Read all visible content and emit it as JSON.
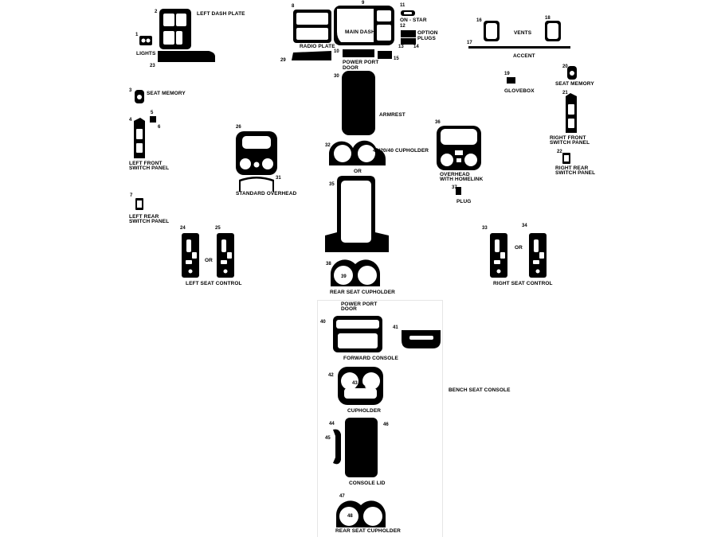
{
  "labels": {
    "left_dash_plate": "LEFT DASH PLATE",
    "lights": "LIGHTS",
    "main_dash": "MAIN DASH",
    "radio_plate": "RADIO PLATE",
    "power_port_door": "POWER PORT",
    "power_port_door_2": "DOOR",
    "on_star": "ON - STAR",
    "option_plugs": "OPTION",
    "option_plugs_2": "PLUGS",
    "vents": "VENTS",
    "accent": "ACCENT",
    "seat_memory_left": "SEAT MEMORY",
    "seat_memory_right": "SEAT MEMORY",
    "glovebox": "GLOVEBOX",
    "armrest": "ARMREST",
    "cupholder_404020": "40/20/40 CUPHOLDER",
    "or_1": "OR",
    "left_front_switch": "LEFT FRONT",
    "left_front_switch_2": "SWITCH PANEL",
    "standard_overhead": "STANDARD OVERHEAD",
    "overhead_homelink": "OVERHEAD",
    "overhead_homelink_2": "WITH HOMELINK",
    "plug": "PLUG",
    "right_front_switch": "RIGHT FRONT",
    "right_front_switch_2": "SWITCH PANEL",
    "right_rear_switch": "RIGHT REAR",
    "right_rear_switch_2": "SWITCH PANEL",
    "left_rear_switch": "LEFT REAR",
    "left_rear_switch_2": "SWITCH PANEL",
    "or_left_seat": "OR",
    "left_seat_control": "LEFT SEAT CONTROL",
    "or_right_seat": "OR",
    "right_seat_control": "RIGHT SEAT CONTROL",
    "rear_seat_cupholder": "REAR SEAT CUPHOLDER",
    "power_port_door_b": "POWER PORT",
    "power_port_door_b_2": "DOOR",
    "forward_console": "FORWARD CONSOLE",
    "bench_seat_console": "BENCH SEAT CONSOLE",
    "cupholder": "CUPHOLDER",
    "console_lid": "CONSOLE LID",
    "rear_seat_cupholder_b": "REAR SEAT CUPHOLDER"
  },
  "part_numbers": {
    "p1": "1",
    "p2": "2",
    "p3": "3",
    "p4": "4",
    "p5": "5",
    "p6": "6",
    "p7": "7",
    "p8": "8",
    "p9": "9",
    "p10": "10",
    "p11": "11",
    "p12": "12",
    "p13": "13",
    "p14": "14",
    "p15": "15",
    "p16": "16",
    "p17": "17",
    "p18": "18",
    "p19": "19",
    "p20": "20",
    "p21": "21",
    "p22": "22",
    "p23": "23",
    "p24": "24",
    "p25": "25",
    "p26": "26",
    "p29": "29",
    "p30": "30",
    "p31": "31",
    "p32": "32",
    "p33": "33",
    "p34": "34",
    "p35": "35",
    "p36": "36",
    "p37": "37",
    "p38": "38",
    "p39": "39",
    "p40": "40",
    "p41": "41",
    "p42": "42",
    "p43": "43",
    "p44": "44",
    "p45": "45",
    "p46": "46",
    "p47": "47",
    "p48": "48"
  },
  "colors": {
    "part_fill": "#000000",
    "background": "#ffffff",
    "group_border": "#e6e6e6"
  }
}
